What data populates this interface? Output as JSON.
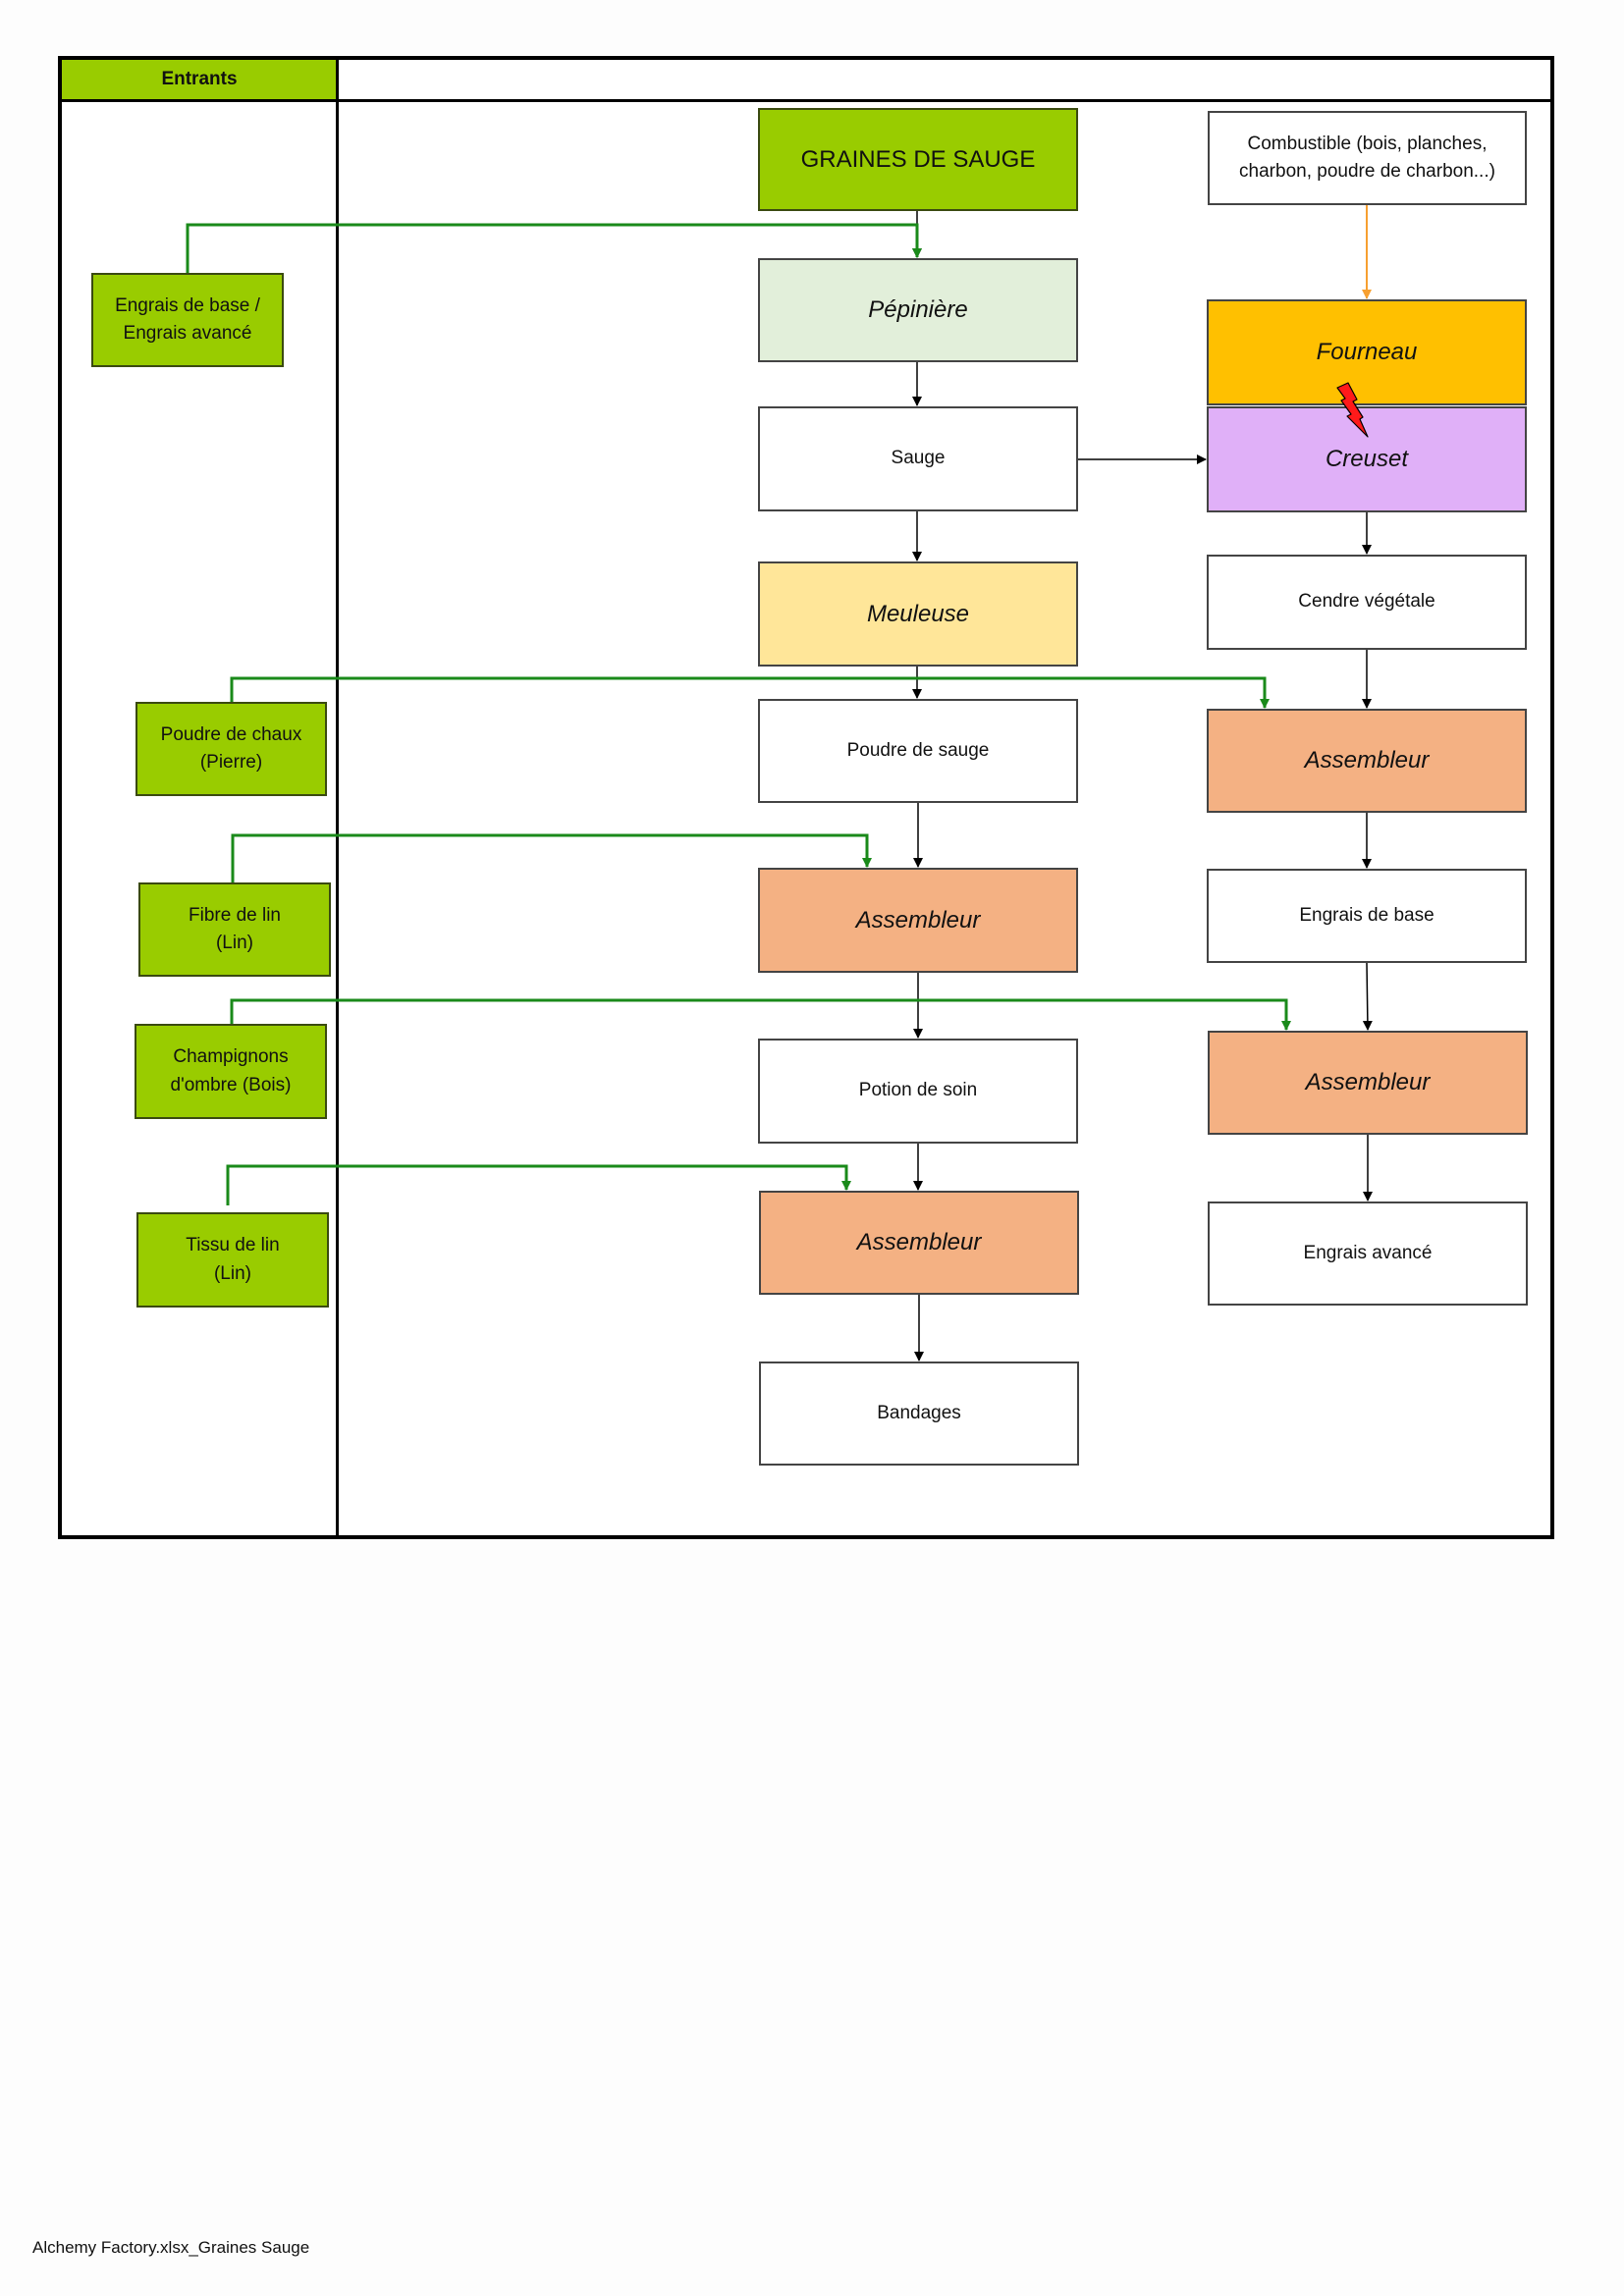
{
  "header": {
    "entrants_label": "Entrants"
  },
  "inputs": [
    {
      "id": "engrais",
      "label": "Engrais  de base / Engrais avancé"
    },
    {
      "id": "poudre-chaux",
      "label": "Poudre de chaux (Pierre)"
    },
    {
      "id": "fibre-lin",
      "label": "Fibre de lin (Lin)"
    },
    {
      "id": "champignons",
      "label": "Champignons d'ombre (Bois)"
    },
    {
      "id": "tissu-lin",
      "label": "Tissu de lin (Lin)"
    }
  ],
  "main_chain": {
    "seed": "GRAINES DE SAUGE",
    "pepiniere": "Pépinière",
    "sauge": "Sauge",
    "meuleuse": "Meuleuse",
    "poudre_sauge": "Poudre de sauge",
    "assembleur_1": "Assembleur",
    "potion": "Potion de soin",
    "assembleur_2": "Assembleur",
    "bandages": "Bandages"
  },
  "side_chain": {
    "combustible": "Combustible (bois, planches, charbon, poudre de charbon...)",
    "fourneau": "Fourneau",
    "creuset": "Creuset",
    "cendre": "Cendre végétale",
    "assembleur_1": "Assembleur",
    "engrais_base": "Engrais de base",
    "assembleur_2": "Assembleur",
    "engrais_avance": "Engrais avancé"
  },
  "colors": {
    "input_green": "#99cc00",
    "connector_green": "#1a8a1a",
    "fuel_orange": "#f7a030",
    "fourneau": "#ffc000",
    "creuset": "#e0b0f8",
    "meuleuse": "#ffe699",
    "assembleur": "#f4b183",
    "pepiniere": "#e2efda"
  },
  "footer": {
    "text": "Alchemy Factory.xlsx_Graines Sauge"
  }
}
